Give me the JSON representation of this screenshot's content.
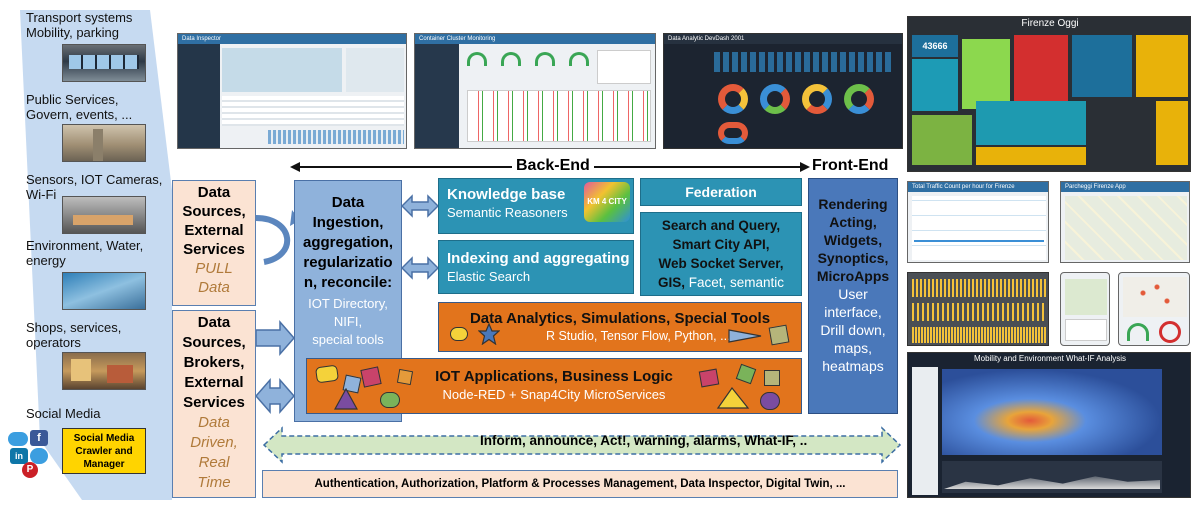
{
  "sources": {
    "transport": [
      "Transport systems",
      "Mobility, parking"
    ],
    "public_services": [
      "Public Services,",
      "Govern, events, ..."
    ],
    "sensors": [
      "Sensors, IOT Cameras,",
      "Wi-Fi"
    ],
    "environment": [
      "Environment, Water,",
      "energy"
    ],
    "shops": [
      "Shops, services,",
      "operators"
    ],
    "social": "Social Media",
    "crawler": [
      "Social Media",
      "Crawler and",
      "Manager"
    ]
  },
  "header": {
    "backend": "Back-End",
    "frontend": "Front-End"
  },
  "pull_box": {
    "lines": [
      "Data",
      "Sources,",
      "External",
      "Services"
    ],
    "mode": [
      "PULL",
      "Data"
    ]
  },
  "push_box": {
    "lines": [
      "Data",
      "Sources,",
      "Brokers,",
      "External",
      "Services"
    ],
    "mode": [
      "Data",
      "Driven,",
      "Real",
      "Time"
    ]
  },
  "ingestion": {
    "title": [
      "Data",
      "Ingestion,",
      "aggregation,",
      "regularizatio",
      "n, reconcile:"
    ],
    "sub": [
      "IOT Directory,",
      "NIFI,",
      "special tools"
    ]
  },
  "knowledge": {
    "title": "Knowledge base",
    "sub": "Semantic Reasoners",
    "logo": "KM 4 CITY"
  },
  "federation": {
    "title": "Federation"
  },
  "indexing": {
    "title": "Indexing and aggregating",
    "sub": "Elastic Search"
  },
  "search": {
    "lines": [
      "Search and Query,",
      "Smart City API,",
      "Web Socket Server,"
    ],
    "last_bold": "GIS,",
    "last_rest": " Facet, semantic"
  },
  "analytics": {
    "title": "Data Analytics, Simulations, Special Tools",
    "sub": "R Studio, Tensor Flow, Python, ...."
  },
  "iot": {
    "title": "IOT Applications, Business Logic",
    "sub": "Node-RED + Snap4City MicroServices"
  },
  "rendering": {
    "bold": [
      "Rendering",
      "Acting,",
      "Widgets,",
      "Synoptics,",
      "MicroApps"
    ],
    "normal": [
      "User",
      "interface,",
      "Drill down,",
      "maps,",
      "heatmaps"
    ]
  },
  "inform": "Inform, announce, Act!, warning, alarms, What-IF, ..",
  "auth": "Authentication, Authorization, Platform & Processes Management, Data Inspector, Digital Twin, ...",
  "screens": {
    "inspector": "Data Inspector",
    "container": "Container Cluster Monitoring",
    "analyst": "Data Analytic DevDash 2001",
    "firenze": "Firenze Oggi",
    "firenze_num": "43666",
    "traffic": "Total Traffic Count per hour for Firenze",
    "parcheggi": "Parcheggi Firenze App",
    "whatif": "Mobility and Environment What-IF Analysis"
  },
  "colors": {
    "accent_orange": "#e2741c",
    "teal": "#2c93b4",
    "peach": "#fbe3d3",
    "light_blue": "#8fb2db",
    "crawler_yellow": "#ffd400"
  }
}
